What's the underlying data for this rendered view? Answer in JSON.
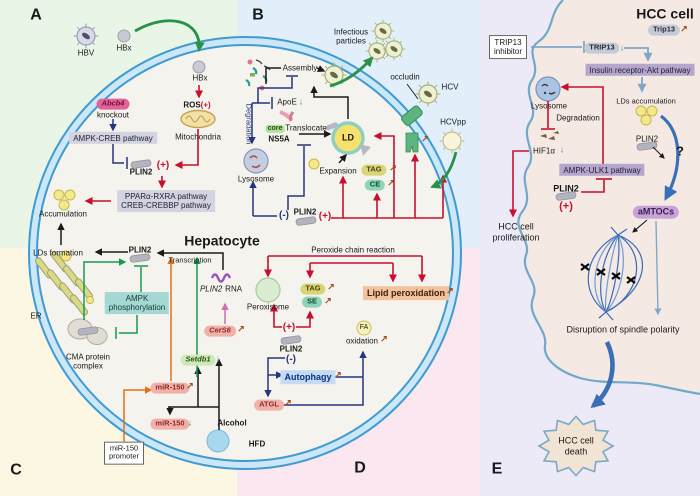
{
  "panels": {
    "a": "A",
    "b": "B",
    "c": "C",
    "d": "D",
    "e": "E"
  },
  "hepatocyte": {
    "name": "Hepatocyte"
  },
  "hcc": {
    "name": "HCC cell"
  },
  "icons": {
    "increase": "↗",
    "decrease": "↓"
  },
  "a": {
    "hbv": "HBV",
    "hbx": "HBx",
    "hbx2": "HBx",
    "ros": "ROS",
    "plus": "(+)",
    "abcb4": "Abcb4",
    "knockout": "knockout",
    "mito": "Mitochondria",
    "ampk_creb": "AMPK-CREB pathway",
    "plin2": "PLIN2",
    "plus2": "(+)",
    "ppar": "PPARα-RXRA pathway",
    "crebbp": "CREB-CREBBP pathway",
    "accumulation": "Accumulation"
  },
  "b": {
    "infectious1": "Infectious",
    "infectious2": "particles",
    "assembly": "Assembly",
    "apoe": "ApoE",
    "degradation": "Degradation",
    "core": "core",
    "translocate": "Translocate",
    "ns5a": "NS5A",
    "ld": "LD",
    "lysosome": "Lysosome",
    "expansion": "Expansion",
    "tag": "TAG",
    "ce": "CE",
    "minus": "(-)",
    "plin2": "PLIN2",
    "plus": "(+)",
    "occludin": "occludin",
    "hcv": "HCV",
    "hcvpp": "HCVpp"
  },
  "c": {
    "lds": "LDs formation",
    "er": "ER",
    "plin2": "PLIN2",
    "ampk1": "AMPK",
    "ampk2": "phosphorylation",
    "cma1": "CMA protein",
    "cma2": "complex",
    "transcription": "Transcription",
    "rna_gene": "PLIN2",
    "rna_suffix": "RNA",
    "cers6": "CerS6",
    "setdb1": "Setdb1",
    "mir150a": "miR-150",
    "mir150b": "miR-150",
    "alcohol": "Alcohol",
    "prom1": "miR-150",
    "prom2": "promoter"
  },
  "d": {
    "peroxide": "Peroxide chain reaction",
    "peroxisome": "Peroxisome",
    "tag": "TAG",
    "se": "SE",
    "lipid": "Lipid peroxidation",
    "plus": "(+)",
    "plin2": "PLIN2",
    "minus": "(-)",
    "fa": "FA",
    "oxidation": "oxidation",
    "autophagy": "Autophagy",
    "atgl": "ATGL",
    "hfd": "HFD"
  },
  "e": {
    "trip13_up": "Trip13",
    "inh1": "TRIP13",
    "inh2": "inhibitor",
    "trip13": "TRIP13",
    "insulin": "Insulin receptor-Akt pathway",
    "lds": "LDs accumulation",
    "plin2a": "PLIN2",
    "q": "?",
    "lysosome": "Lysosome",
    "degradation": "Degradation",
    "hif1a": "HIF1α",
    "ampk_ulk1": "AMPK-ULK1 pathway",
    "plin2b": "PLIN2",
    "plus": "(+)",
    "prolif1": "HCC cell",
    "prolif2": "proliferation",
    "amtocs": "aMTOCs",
    "disruption": "Disruption of spindle polarity",
    "death1": "HCC cell",
    "death2": "death"
  }
}
